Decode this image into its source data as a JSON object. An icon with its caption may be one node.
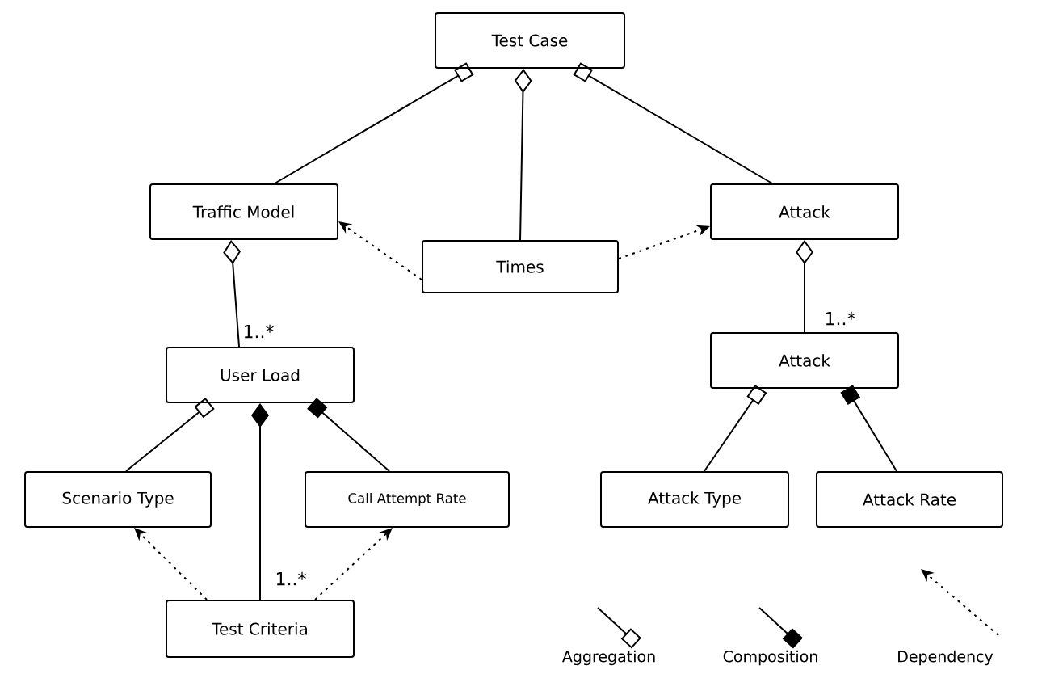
{
  "diagram": {
    "nodes": [
      {
        "text": [
          "Test Case"
        ]
      },
      {
        "text": [
          "Traffic Model"
        ]
      },
      {
        "text": [
          "Times"
        ]
      },
      {
        "text": [
          "Attack"
        ]
      },
      {
        "text": [
          "User Load"
        ]
      },
      {
        "text": [
          "Attack"
        ]
      },
      {
        "text": [
          "Scenario Type"
        ]
      },
      {
        "text": [
          "Call Attempt Rate"
        ]
      },
      {
        "text": [
          "Test Criteria"
        ]
      },
      {
        "text": [
          "Attack Type"
        ]
      },
      {
        "text": [
          "Attack Rate"
        ]
      }
    ],
    "edges": [
      {
        "from": 0,
        "to": 1,
        "arrow": "other"
      },
      {
        "from": 0,
        "to": 2,
        "arrow": "other"
      },
      {
        "from": 0,
        "to": 3,
        "arrow": "other"
      },
      {
        "from": 2,
        "to": 1,
        "arrow": "to",
        "style": "dashed"
      },
      {
        "from": 2,
        "to": 3,
        "arrow": "to",
        "style": "dashed"
      },
      {
        "from": 1,
        "to": 4,
        "arrow": "other",
        "label": "1..*"
      },
      {
        "from": 3,
        "to": 5,
        "arrow": "other",
        "label": "1..*"
      },
      {
        "from": 4,
        "to": 6,
        "arrow": "other"
      },
      {
        "from": 4,
        "to": 8,
        "arrow": "other",
        "label": "1..*"
      },
      {
        "from": 4,
        "to": 7,
        "arrow": "other"
      },
      {
        "from": 5,
        "to": 9,
        "arrow": "other"
      },
      {
        "from": 5,
        "to": 10,
        "arrow": "other"
      },
      {
        "from": 8,
        "to": 6,
        "arrow": "to",
        "style": "dashed"
      },
      {
        "from": 8,
        "to": 7,
        "arrow": "to",
        "style": "dashed"
      }
    ],
    "legend": [
      {
        "text": "Aggregation"
      },
      {
        "text": "Composition"
      },
      {
        "text": "Dependency"
      }
    ]
  }
}
